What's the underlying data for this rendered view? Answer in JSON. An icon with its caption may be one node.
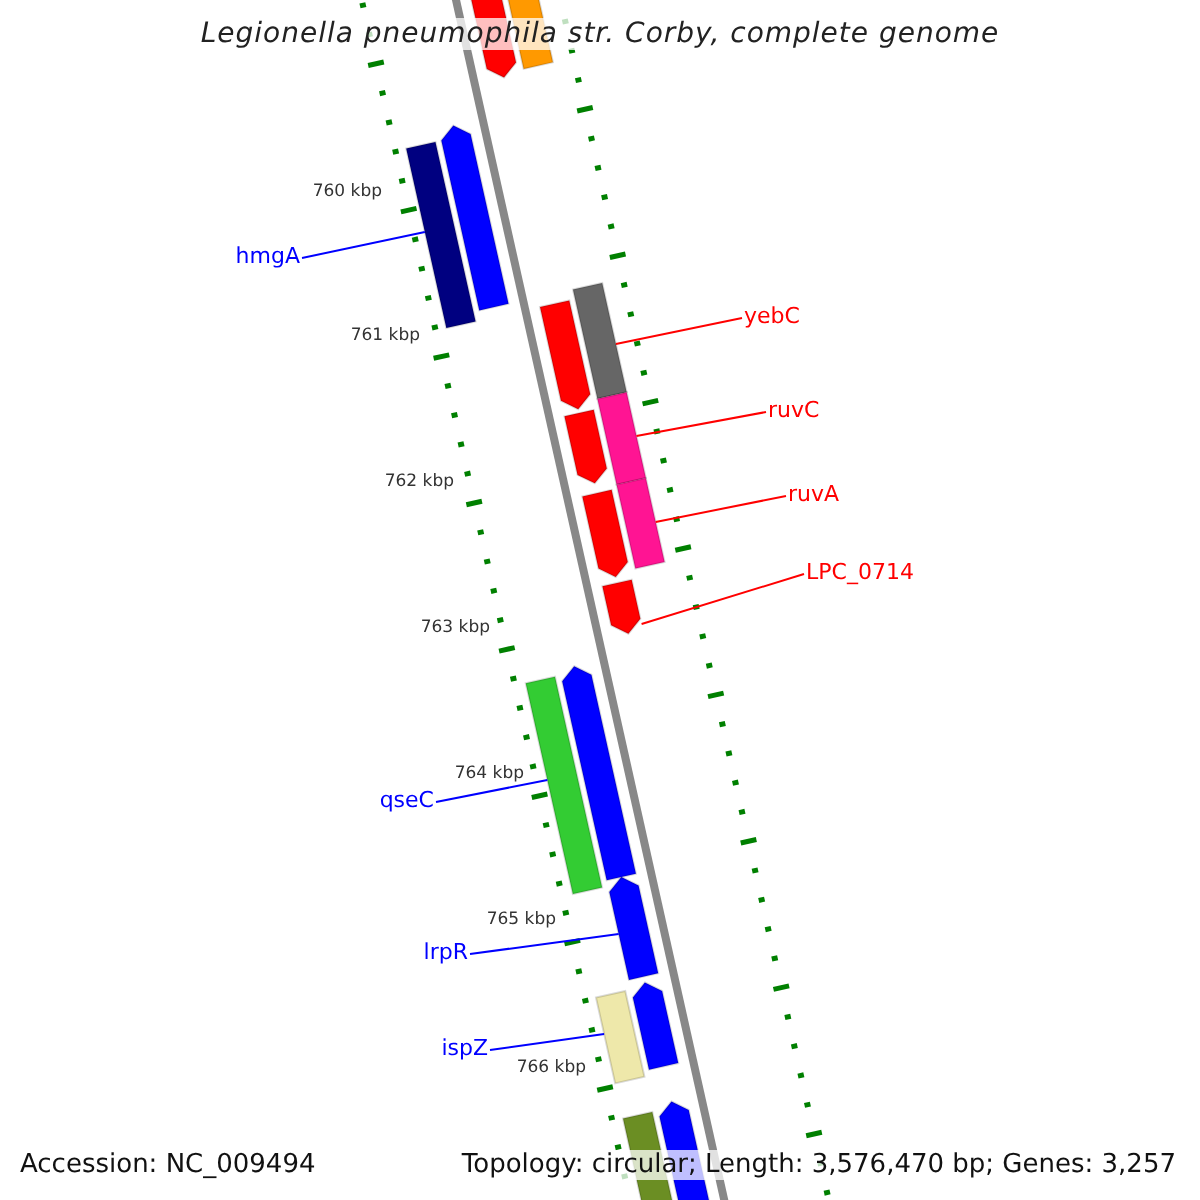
{
  "diagram": {
    "title": "Legionella pneumophila str. Corby, complete genome",
    "nodes": [
      {
        "text": [
          "hmgA"
        ]
      },
      {
        "text": [],
        "shape": "bar"
      },
      {
        "text": [
          "yebC"
        ]
      },
      {
        "text": [],
        "shape": "bar"
      },
      {
        "text": [
          "ruvC"
        ]
      },
      {
        "text": [],
        "shape": "bar"
      },
      {
        "text": [
          "ruvA"
        ]
      },
      {
        "text": [],
        "shape": "bar"
      },
      {
        "text": [
          "LPC_0714"
        ]
      },
      {
        "text": [],
        "shape": "bar"
      },
      {
        "text": [
          "qseC"
        ]
      },
      {
        "text": [],
        "shape": "bar"
      },
      {
        "text": [
          "lrpR"
        ]
      },
      {
        "text": [],
        "shape": "bar"
      },
      {
        "text": [
          "ispZ"
        ]
      },
      {
        "text": [],
        "shape": "bar"
      },
      {
        "text": [],
        "shape": "bar"
      },
      {
        "text": [],
        "shape": "bar"
      },
      {
        "text": [],
        "shape": "bar"
      },
      {
        "text": [],
        "shape": "bar"
      },
      {
        "text": [],
        "shape": "bar"
      },
      {
        "text": [],
        "shape": "bar"
      },
      {
        "text": [],
        "shape": "bar"
      },
      {
        "text": [],
        "shape": "bar"
      },
      {
        "text": [],
        "shape": "bar"
      },
      {
        "text": [],
        "shape": "bar"
      }
    ],
    "edges": [
      {
        "from": 0,
        "to": 1,
        "arrow": "none",
        "color": "#0000ff"
      },
      {
        "from": 2,
        "to": 3,
        "arrow": "none",
        "color": "#ff0000"
      },
      {
        "from": 4,
        "to": 5,
        "arrow": "none",
        "color": "#ff0000"
      },
      {
        "from": 6,
        "to": 7,
        "arrow": "none",
        "color": "#ff0000"
      },
      {
        "from": 8,
        "to": 9,
        "arrow": "none",
        "color": "#ff0000"
      },
      {
        "from": 10,
        "to": 11,
        "arrow": "none",
        "color": "#0000ff"
      },
      {
        "from": 12,
        "to": 13,
        "arrow": "none",
        "color": "#0000ff"
      },
      {
        "from": 14,
        "to": 15,
        "arrow": "none",
        "color": "#0000ff"
      }
    ],
    "labels": [
      "760 kbp",
      "761 kbp",
      "762 kbp",
      "763 kbp",
      "764 kbp",
      "765 kbp",
      "766 kbp",
      "Accession: NC_009494",
      "Topology: circular; Length: 3,576,470 bp; Genes: 3,257"
    ]
  }
}
